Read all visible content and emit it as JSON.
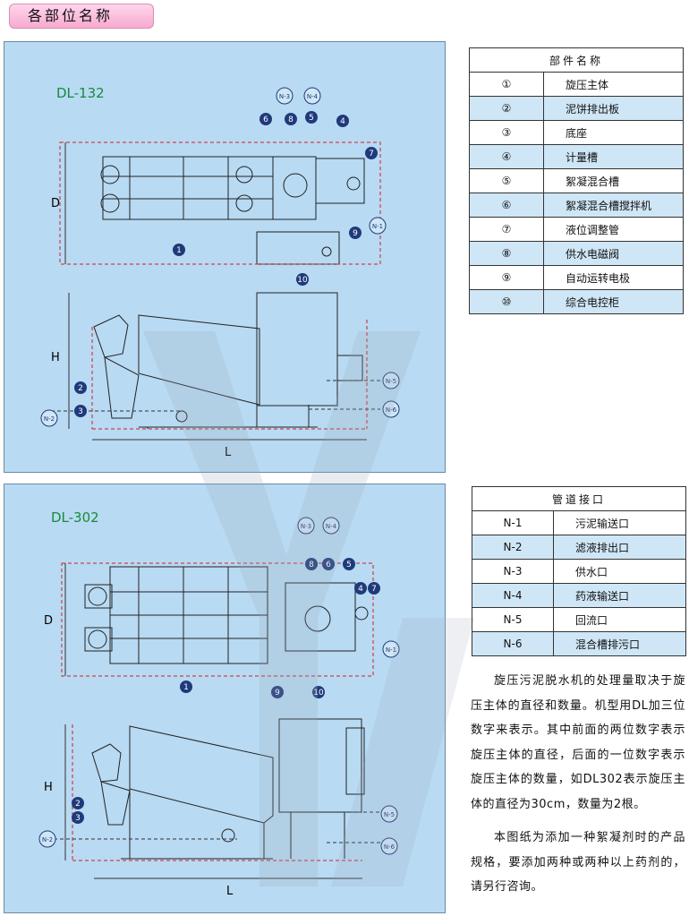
{
  "header": {
    "title": "各部位名称"
  },
  "top": {
    "model": "DL-132"
  },
  "bottom": {
    "model": "DL-302"
  },
  "labels": {
    "n1": "1",
    "n2": "2",
    "n3": "3",
    "n4": "4",
    "n5": "5",
    "n6": "6",
    "n7": "7",
    "n8": "8",
    "n9": "9",
    "n10": "10",
    "N1": "N-1",
    "N2": "N-2",
    "N3": "N-3",
    "N4": "N-4",
    "N5": "N-5",
    "N6": "N-6",
    "D": "D",
    "H": "H",
    "L": "L"
  },
  "parts_table": {
    "header": "部件名称",
    "rows": [
      {
        "no": "①",
        "name": "旋压主体"
      },
      {
        "no": "②",
        "name": "泥饼排出板"
      },
      {
        "no": "③",
        "name": "底座"
      },
      {
        "no": "④",
        "name": "计量槽"
      },
      {
        "no": "⑤",
        "name": "絮凝混合槽"
      },
      {
        "no": "⑥",
        "name": "絮凝混合槽搅拌机"
      },
      {
        "no": "⑦",
        "name": "液位调整管"
      },
      {
        "no": "⑧",
        "name": "供水电磁阀"
      },
      {
        "no": "⑨",
        "name": "自动运转电极"
      },
      {
        "no": "⑩",
        "name": "综合电控柜"
      }
    ]
  },
  "ports_table": {
    "header": "管道接口",
    "rows": [
      {
        "no": "N-1",
        "name": "污泥输送口"
      },
      {
        "no": "N-2",
        "name": "滤液排出口"
      },
      {
        "no": "N-3",
        "name": "供水口"
      },
      {
        "no": "N-4",
        "name": "药液输送口"
      },
      {
        "no": "N-5",
        "name": "回流口"
      },
      {
        "no": "N-6",
        "name": "混合槽排污口"
      }
    ]
  },
  "description": {
    "p1": "旋压污泥脱水机的处理量取决于旋压主体的直径和数量。机型用DL加三位数字来表示。其中前面的两位数字表示旋压主体的直径，后面的一位数字表示旋压主体的数量，如DL302表示旋压主体的直径为30cm，数量为2根。",
    "p2": "本图纸为添加一种絮凝剂时的产品规格，要添加两种或两种以上药剂的，请另行咨询。"
  },
  "colors": {
    "panel": "#b8daf3",
    "row_alt": "#cfe6f6",
    "marker": "#1f3a7a",
    "dim": "#d22020",
    "model": "#1a8a3a"
  }
}
